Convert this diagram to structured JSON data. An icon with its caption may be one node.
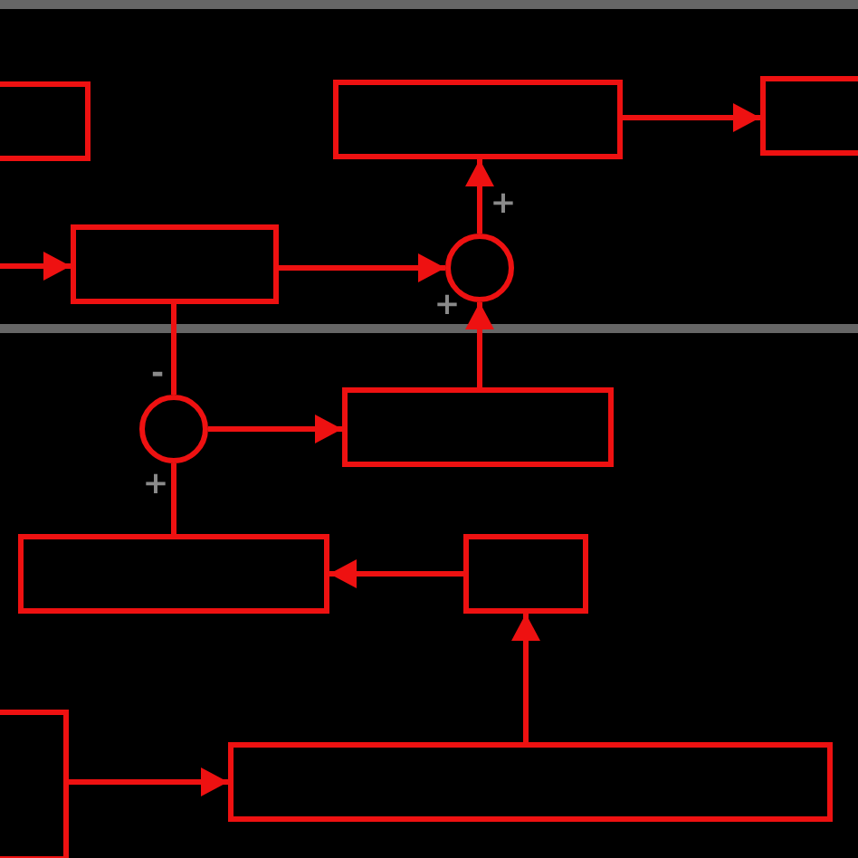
{
  "diagram": {
    "nodes": [
      {
        "text": [],
        "shape": "box"
      },
      {
        "text": [],
        "shape": "box"
      },
      {
        "text": [],
        "shape": "box"
      },
      {
        "text": [],
        "shape": "box"
      },
      {
        "text": [],
        "shape": "circle"
      },
      {
        "text": [],
        "shape": "circle"
      },
      {
        "text": [],
        "shape": "box"
      },
      {
        "text": [],
        "shape": "box"
      },
      {
        "text": [],
        "shape": "box"
      },
      {
        "text": [],
        "shape": "box"
      },
      {
        "text": [],
        "shape": "box"
      }
    ],
    "edges": [
      {
        "from": null,
        "to": 3,
        "arrow": "to"
      },
      {
        "from": 3,
        "to": 4,
        "arrow": "to"
      },
      {
        "from": 4,
        "to": 1,
        "arrow": "to"
      },
      {
        "from": 1,
        "to": 2,
        "arrow": "to"
      },
      {
        "from": 6,
        "to": 4,
        "arrow": "to"
      },
      {
        "from": 3,
        "to": 5,
        "arrow": "none"
      },
      {
        "from": 7,
        "to": 5,
        "arrow": "none"
      },
      {
        "from": 5,
        "to": 6,
        "arrow": "to"
      },
      {
        "from": 8,
        "to": 7,
        "arrow": "to"
      },
      {
        "from": 10,
        "to": 8,
        "arrow": "to"
      },
      {
        "from": 9,
        "to": 10,
        "arrow": "to"
      }
    ],
    "labels": [
      "+",
      "+",
      "-",
      "+"
    ]
  }
}
